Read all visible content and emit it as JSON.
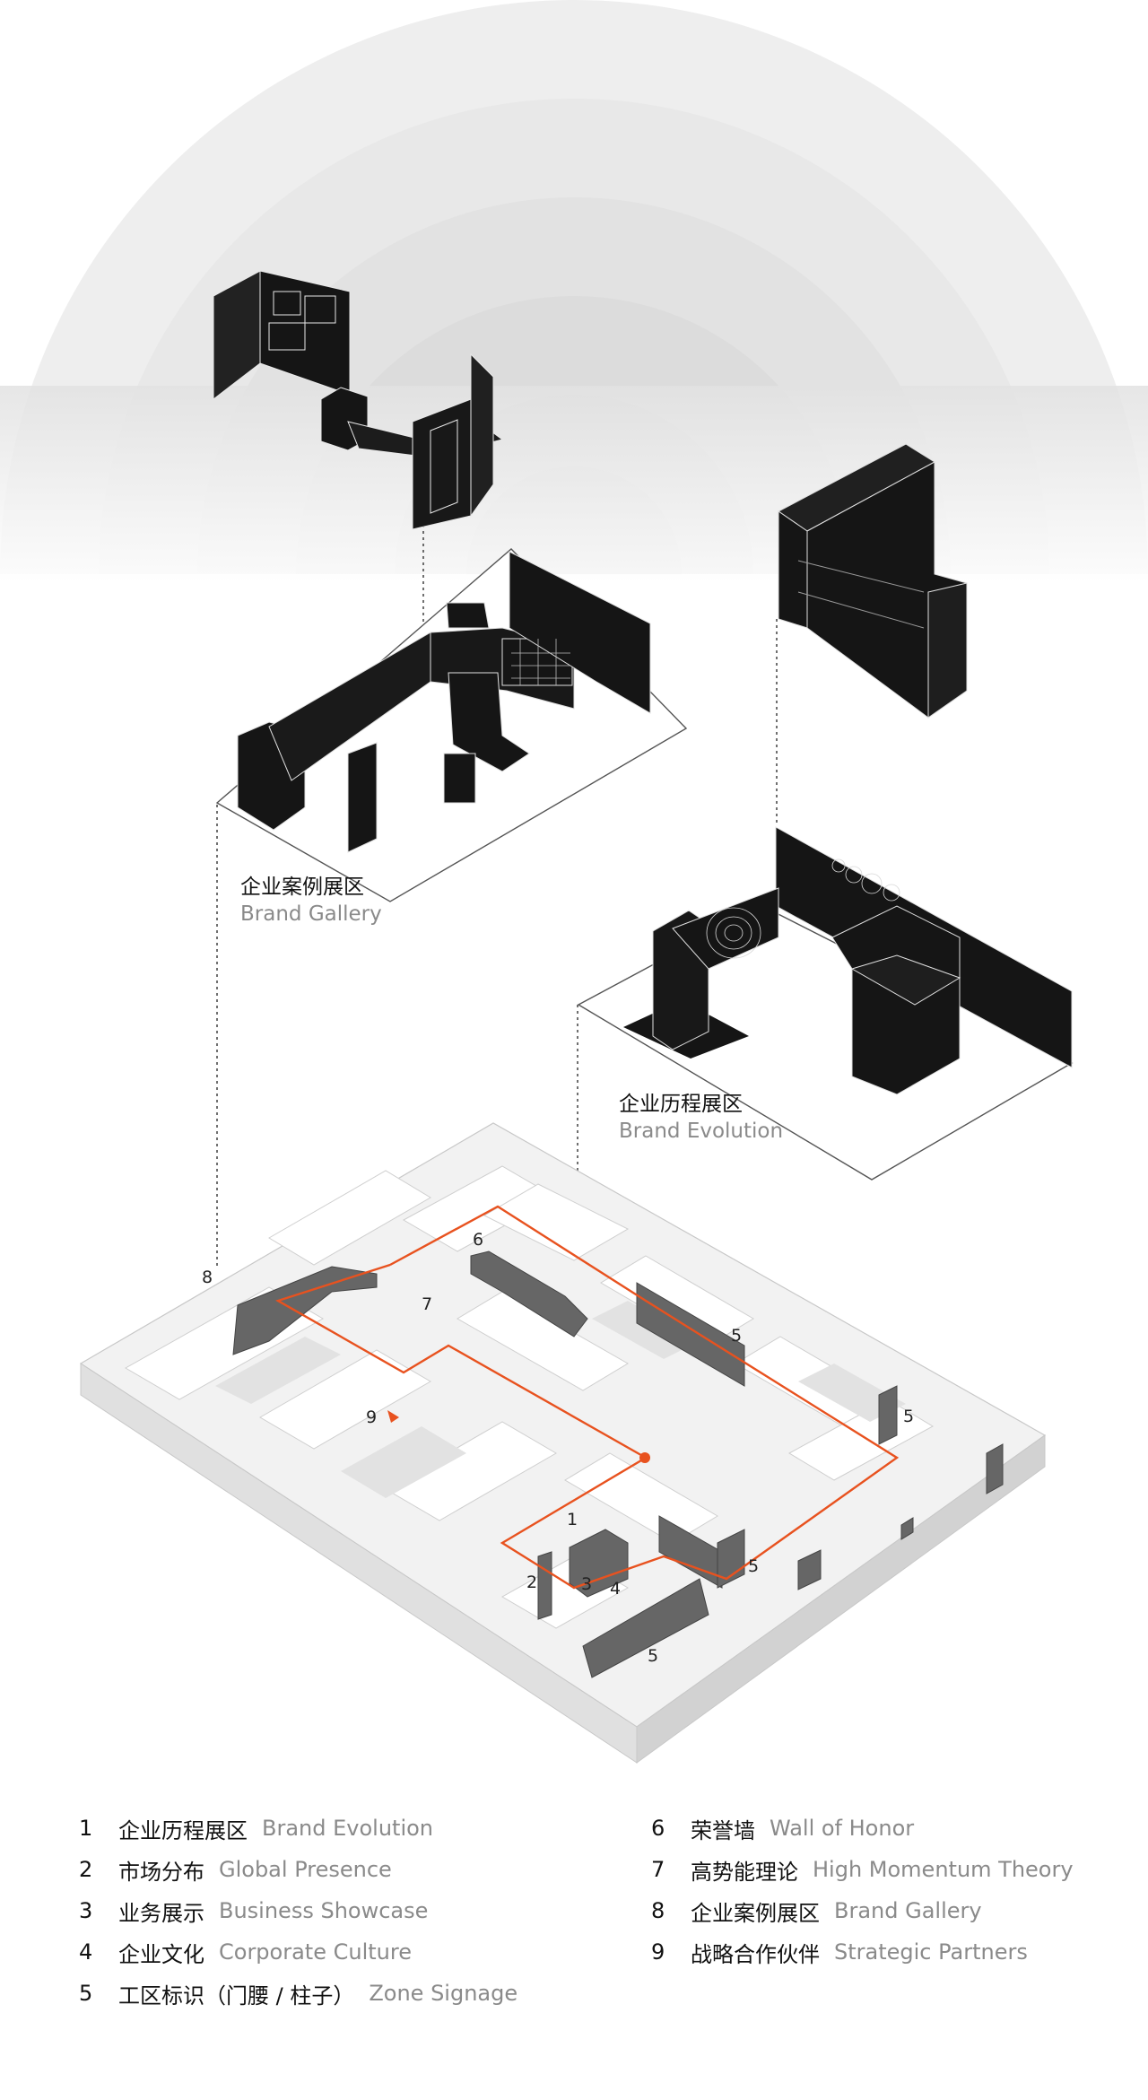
{
  "zones": {
    "brand_gallery": {
      "cn": "企业案例展区",
      "en": "Brand Gallery"
    },
    "brand_evolution": {
      "cn": "企业历程展区",
      "en": "Brand Evolution"
    }
  },
  "markers": {
    "m1": "1",
    "m2": "2",
    "m3": "3",
    "m4": "4",
    "m5a": "5",
    "m5b": "5",
    "m5c": "5",
    "m5d": "5",
    "m6": "6",
    "m7": "7",
    "m8": "8",
    "m9": "9"
  },
  "legend": {
    "left": [
      {
        "num": "1",
        "cn": "企业历程展区",
        "en": "Brand Evolution"
      },
      {
        "num": "2",
        "cn": "市场分布",
        "en": "Global Presence"
      },
      {
        "num": "3",
        "cn": "业务展示",
        "en": "Business Showcase"
      },
      {
        "num": "4",
        "cn": "企业文化",
        "en": "Corporate Culture"
      },
      {
        "num": "5",
        "cn": "工区标识（门腰 / 柱子）",
        "en": "Zone Signage"
      }
    ],
    "right": [
      {
        "num": "6",
        "cn": "荣誉墙",
        "en": "Wall of Honor"
      },
      {
        "num": "7",
        "cn": "高势能理论",
        "en": "High Momentum Theory"
      },
      {
        "num": "8",
        "cn": "企业案例展区",
        "en": "Brand Gallery"
      },
      {
        "num": "9",
        "cn": "战略合作伙伴",
        "en": "Strategic Partners"
      }
    ]
  },
  "colors": {
    "route": "#e8521f",
    "block": "#151515",
    "wall": "#666666",
    "floor": "#f4f4f4"
  }
}
